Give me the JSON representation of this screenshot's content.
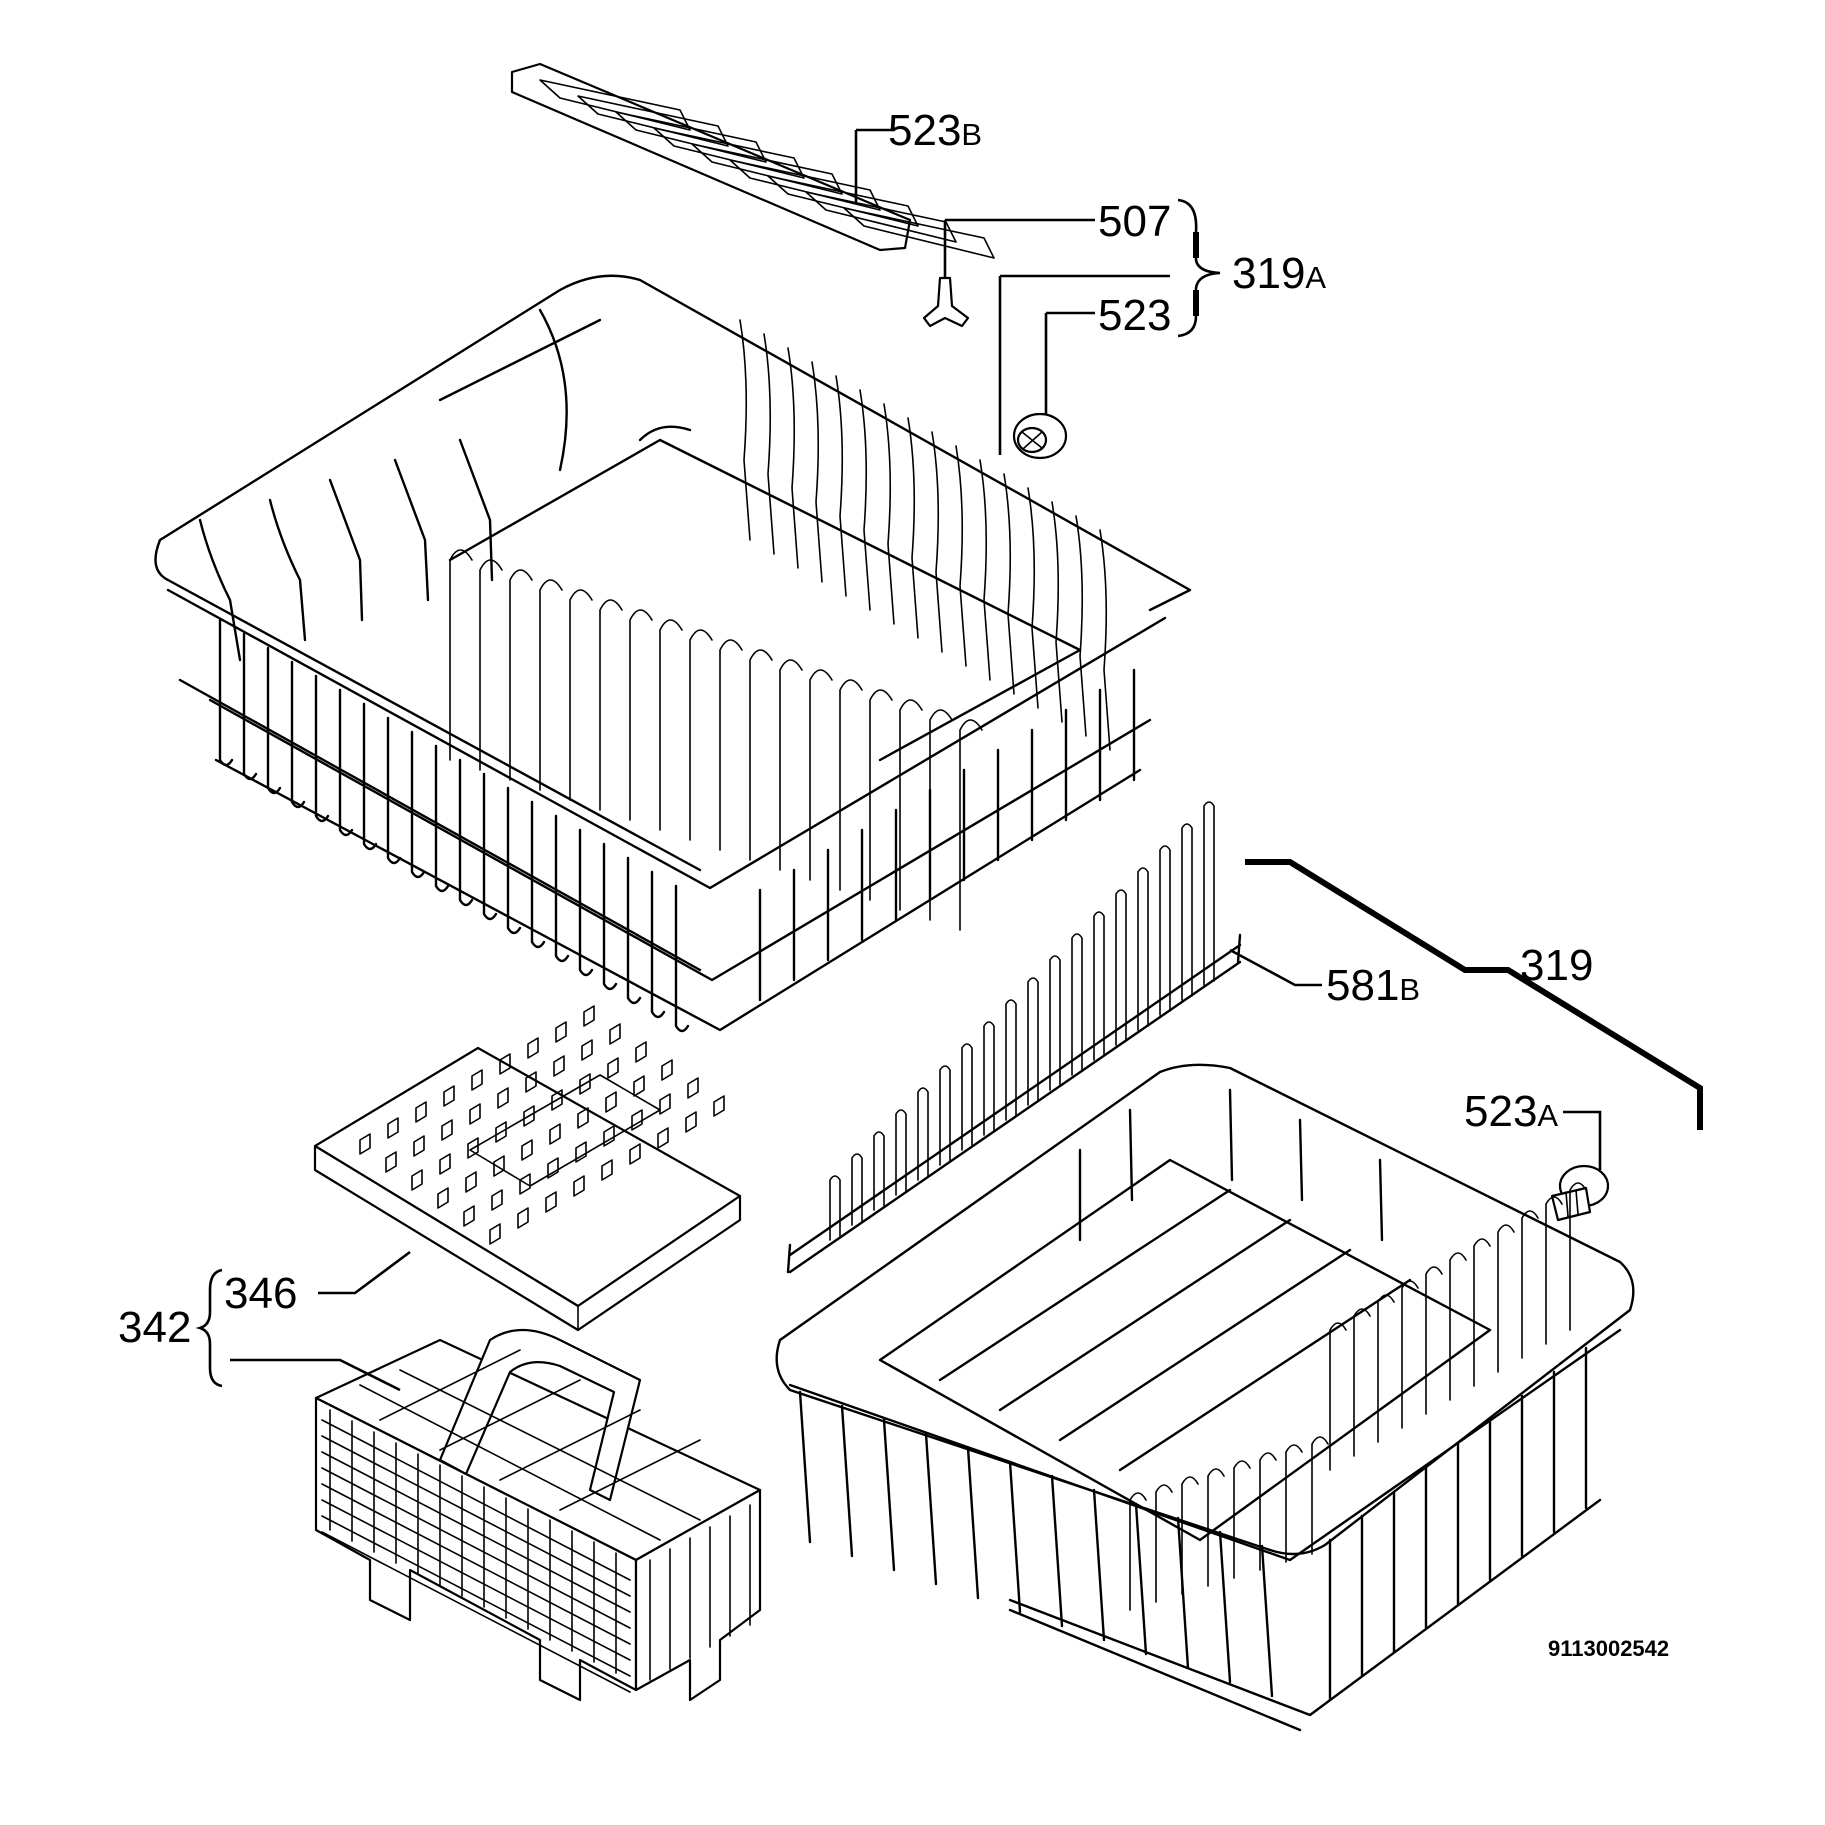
{
  "callouts": {
    "c523b": {
      "num": "523",
      "suffix": "B"
    },
    "c507": {
      "num": "507",
      "suffix": ""
    },
    "c523": {
      "num": "523",
      "suffix": ""
    },
    "c319a": {
      "num": "319",
      "suffix": "A"
    },
    "c319": {
      "num": "319",
      "suffix": ""
    },
    "c581b": {
      "num": "581",
      "suffix": "B"
    },
    "c523a": {
      "num": "523",
      "suffix": "A"
    },
    "c346": {
      "num": "346",
      "suffix": ""
    },
    "c342": {
      "num": "342",
      "suffix": ""
    }
  },
  "drawing_code": "9113002542"
}
